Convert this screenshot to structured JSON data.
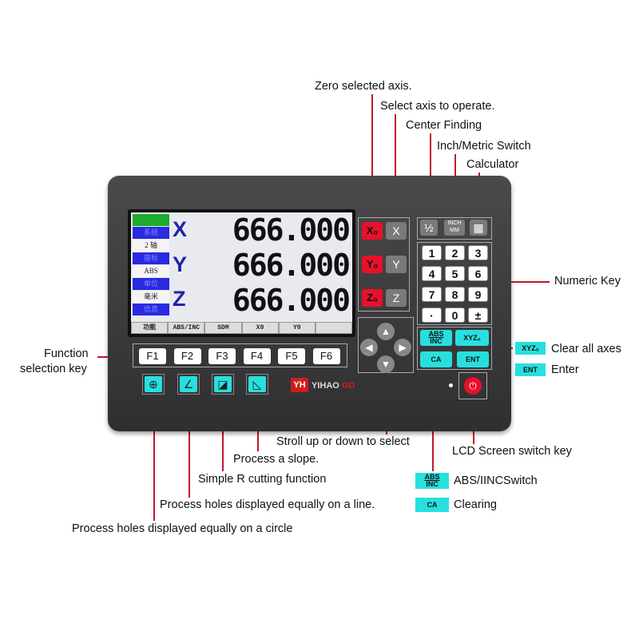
{
  "annotations": {
    "zero_axis": "Zero selected axis.",
    "select_axis": "Select axis to operate.",
    "center_finding": "Center Finding",
    "inch_metric": "Inch/Metric Switch",
    "calculator": "Calculator",
    "numeric_key": "Numeric Key",
    "clear_axes": "Clear all axes",
    "enter": "Enter",
    "function_key_1": "Function",
    "function_key_2": "selection key",
    "stroll": "Stroll up or down to select",
    "lcd_switch": "LCD Screen switch key",
    "abs_inc_switch": "ABS/IINCSwitch",
    "clearing": "Clearing",
    "slope": "Process a slope.",
    "r_cut": "Simple R cutting function",
    "holes_line": "Process holes displayed equally on a line.",
    "holes_circle": "Process holes displayed equally on a circle"
  },
  "screen": {
    "side": [
      "",
      "系统",
      "2 轴",
      "座标",
      "ABS",
      "单位",
      "毫米",
      "信息"
    ],
    "axes": [
      {
        "label": "X",
        "value": "666.000"
      },
      {
        "label": "Y",
        "value": "666.000"
      },
      {
        "label": "Z",
        "value": "666.000"
      }
    ],
    "fbar": [
      "功能",
      "ABS/INC",
      "SDM",
      "X0",
      "Y0",
      ""
    ]
  },
  "keys": {
    "zero": [
      "X₀",
      "Y₀",
      "Z₀"
    ],
    "axis": [
      "X",
      "Y",
      "Z"
    ],
    "half": "½",
    "inch": "INCH",
    "mm": "MM",
    "calc": "▦",
    "numpad": [
      "1",
      "2",
      "3",
      "4",
      "5",
      "6",
      "7",
      "8",
      "9",
      "·",
      "0",
      "±"
    ],
    "abs": "ABS",
    "inc": "INC",
    "xyz": "XYZ₀",
    "ca": "CA",
    "ent": "ENT",
    "f": [
      "F1",
      "F2",
      "F3",
      "F4",
      "F5",
      "F6"
    ],
    "arrows": [
      "▲",
      "◀",
      "▶",
      "▼"
    ],
    "power": "⏻"
  },
  "brand": {
    "logo": "YH",
    "name": "YIHAO",
    "suffix": "GD"
  }
}
